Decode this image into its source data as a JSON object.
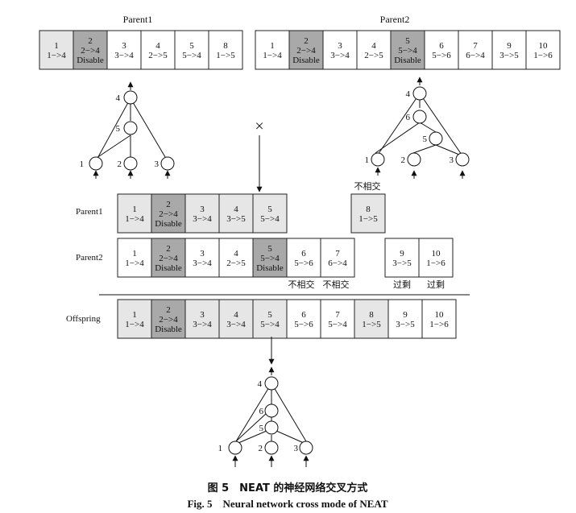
{
  "labels": {
    "parent1_title": "Parent1",
    "parent2_title": "Parent2",
    "row_parent1": "Parent1",
    "row_parent2": "Parent2",
    "row_offspring": "Offspring",
    "crossover_symbol": "×"
  },
  "genomes": {
    "parent1": [
      {
        "id": "1",
        "conn": "1−>4",
        "style": "light"
      },
      {
        "id": "2",
        "conn": "2−>4",
        "sub": "Disable",
        "style": "dark"
      },
      {
        "id": "3",
        "conn": "3−>4",
        "style": "white"
      },
      {
        "id": "4",
        "conn": "2−>5",
        "style": "white"
      },
      {
        "id": "5",
        "conn": "5−>4",
        "style": "white"
      },
      {
        "id": "8",
        "conn": "1−>5",
        "style": "white"
      }
    ],
    "parent2": [
      {
        "id": "1",
        "conn": "1−>4",
        "style": "white"
      },
      {
        "id": "2",
        "conn": "2−>4",
        "sub": "Disable",
        "style": "dark"
      },
      {
        "id": "3",
        "conn": "3−>4",
        "style": "white"
      },
      {
        "id": "4",
        "conn": "2−>5",
        "style": "white"
      },
      {
        "id": "5",
        "conn": "5−>4",
        "sub": "Disable",
        "style": "dark"
      },
      {
        "id": "6",
        "conn": "5−>6",
        "style": "white"
      },
      {
        "id": "7",
        "conn": "6−>4",
        "style": "white"
      },
      {
        "id": "9",
        "conn": "3−>5",
        "style": "white"
      },
      {
        "id": "10",
        "conn": "1−>6",
        "style": "white"
      }
    ],
    "aligned_parent1": [
      {
        "id": "1",
        "conn": "1−>4",
        "style": "light"
      },
      {
        "id": "2",
        "conn": "2−>4",
        "sub": "Disable",
        "style": "dark"
      },
      {
        "id": "3",
        "conn": "3−>4",
        "style": "light"
      },
      {
        "id": "4",
        "conn": "3−>5",
        "style": "light"
      },
      {
        "id": "5",
        "conn": "5−>4",
        "style": "light"
      }
    ],
    "aligned_parent1_extra": [
      {
        "id": "8",
        "conn": "1−>5",
        "style": "light"
      }
    ],
    "aligned_parent2": [
      {
        "id": "1",
        "conn": "1−>4",
        "style": "white"
      },
      {
        "id": "2",
        "conn": "2−>4",
        "sub": "Disable",
        "style": "dark"
      },
      {
        "id": "3",
        "conn": "3−>4",
        "style": "white"
      },
      {
        "id": "4",
        "conn": "2−>5",
        "style": "white"
      },
      {
        "id": "5",
        "conn": "5−>4",
        "sub": "Disable",
        "style": "dark"
      },
      {
        "id": "6",
        "conn": "5−>6",
        "style": "white"
      },
      {
        "id": "7",
        "conn": "6−>4",
        "style": "white"
      }
    ],
    "aligned_parent2_extra": [
      {
        "id": "9",
        "conn": "3−>5",
        "style": "white"
      },
      {
        "id": "10",
        "conn": "1−>6",
        "style": "white"
      }
    ],
    "offspring": [
      {
        "id": "1",
        "conn": "1−>4",
        "style": "light"
      },
      {
        "id": "2",
        "conn": "2−>4",
        "sub": "Disable",
        "style": "dark"
      },
      {
        "id": "3",
        "conn": "3−>4",
        "style": "light"
      },
      {
        "id": "4",
        "conn": "3−>4",
        "style": "light"
      },
      {
        "id": "5",
        "conn": "5−>4",
        "style": "light"
      },
      {
        "id": "6",
        "conn": "5−>6",
        "style": "white"
      },
      {
        "id": "7",
        "conn": "5−>4",
        "style": "white"
      },
      {
        "id": "8",
        "conn": "1−>5",
        "style": "light"
      },
      {
        "id": "9",
        "conn": "3−>5",
        "style": "white"
      },
      {
        "id": "10",
        "conn": "1−>6",
        "style": "white"
      }
    ]
  },
  "annotations": {
    "disjoint_top": "不相交",
    "disjoint_1": "不相交",
    "disjoint_2": "不相交",
    "excess_1": "过剩",
    "excess_2": "过剩"
  },
  "networks": {
    "parent1": {
      "nodes": [
        {
          "id": "n4",
          "label": "4"
        },
        {
          "id": "n5",
          "label": "5"
        },
        {
          "id": "n1",
          "label": "1"
        },
        {
          "id": "n2",
          "label": "2"
        },
        {
          "id": "n3",
          "label": "3"
        }
      ]
    },
    "parent2": {
      "nodes": [
        {
          "id": "n4",
          "label": "4"
        },
        {
          "id": "n6",
          "label": "6"
        },
        {
          "id": "n5",
          "label": "5"
        },
        {
          "id": "n1",
          "label": "1"
        },
        {
          "id": "n2",
          "label": "2"
        },
        {
          "id": "n3",
          "label": "3"
        }
      ]
    },
    "offspring": {
      "nodes": [
        {
          "id": "n4",
          "label": "4"
        },
        {
          "id": "n6",
          "label": "6"
        },
        {
          "id": "n5",
          "label": "5"
        },
        {
          "id": "n1",
          "label": "1"
        },
        {
          "id": "n2",
          "label": "2"
        },
        {
          "id": "n3",
          "label": "3"
        }
      ]
    }
  },
  "caption": {
    "zh": "图 5　NEAT 的神经网络交叉方式",
    "en": "Fig. 5　Neural network cross mode of NEAT"
  },
  "colors": {
    "light": "#e6e6e6",
    "dark": "#a9a9a9",
    "white": "#ffffff",
    "stroke": "#222222"
  }
}
